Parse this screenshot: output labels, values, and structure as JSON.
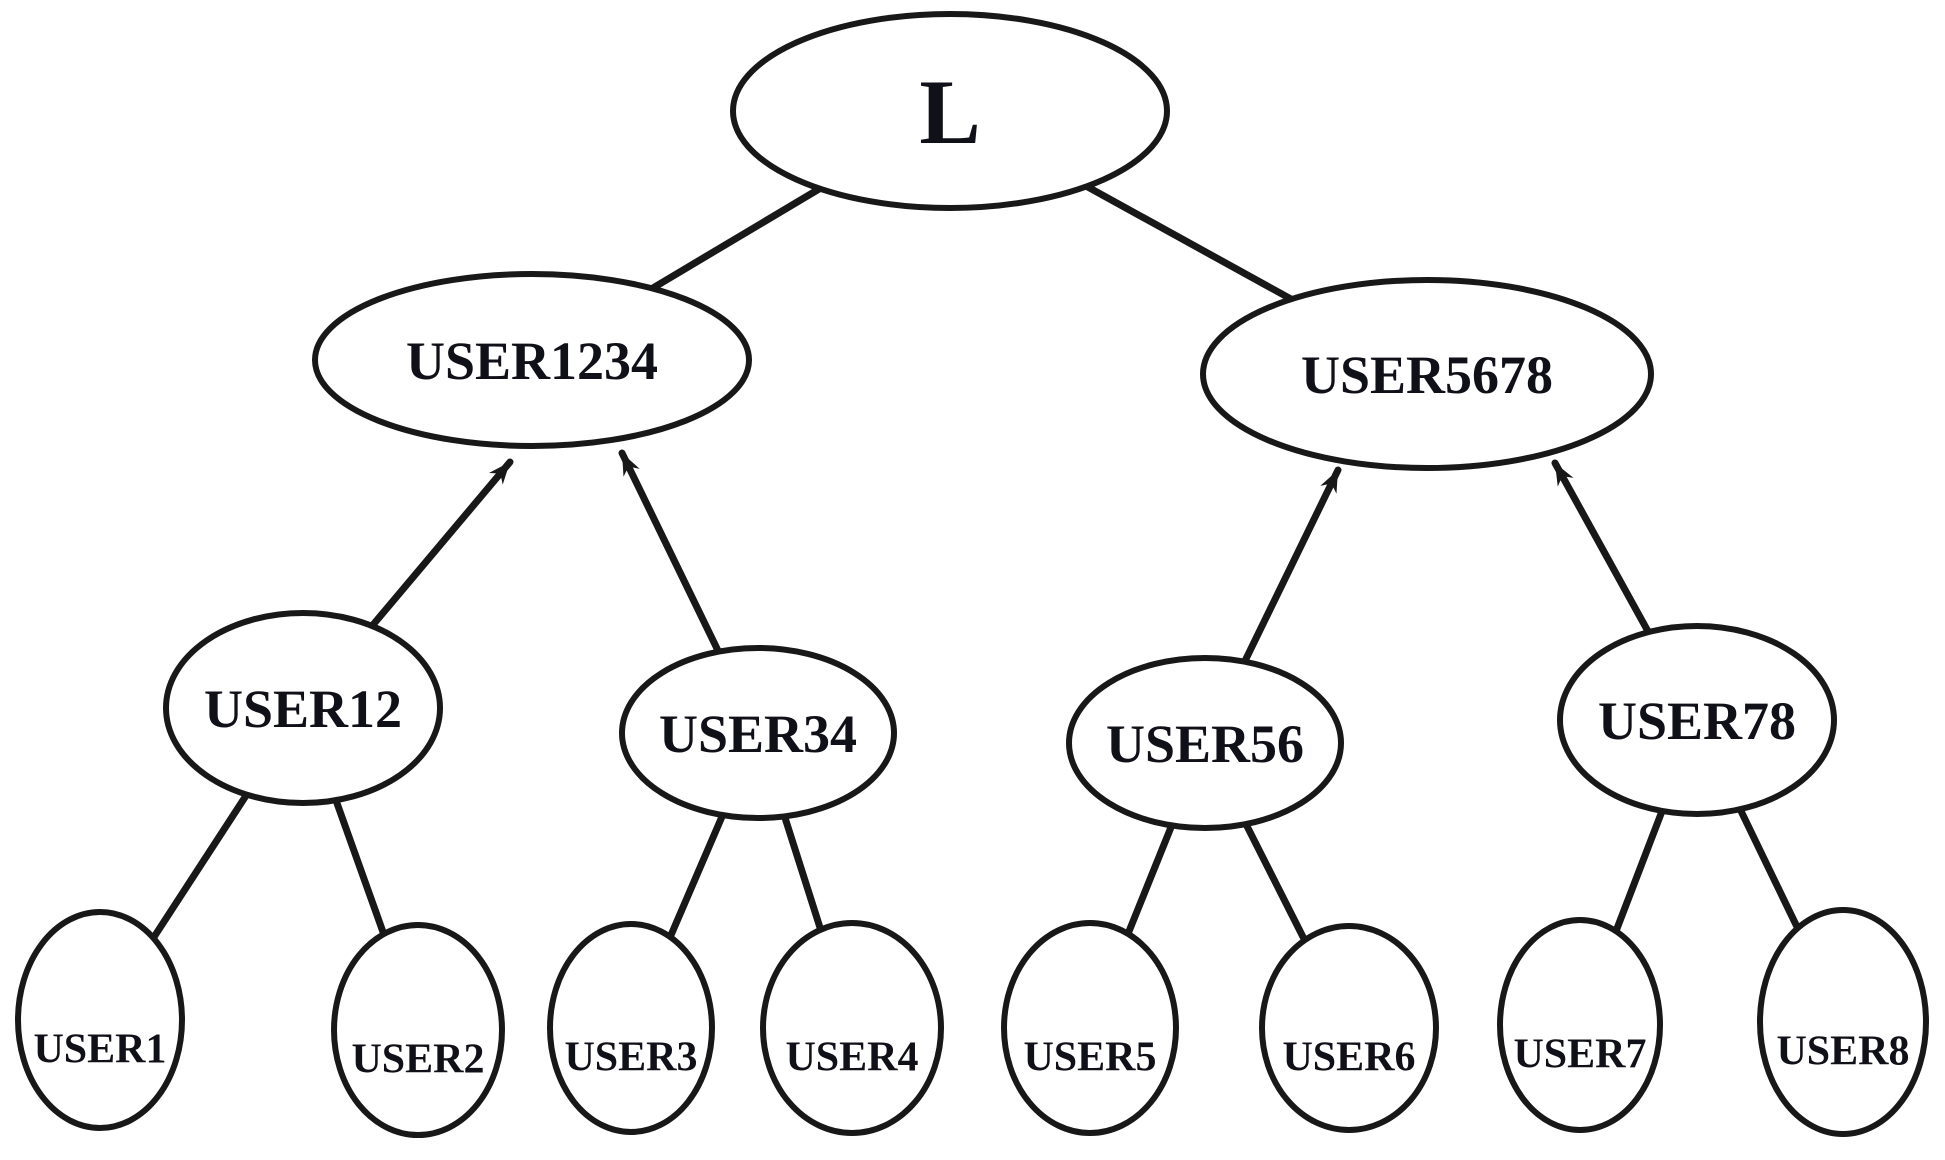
{
  "tree": {
    "description": "Binary tree diagram of users",
    "nodes": {
      "l": {
        "label": "L"
      },
      "user1234": {
        "label": "USER1234"
      },
      "user5678": {
        "label": "USER5678"
      },
      "user12": {
        "label": "USER12"
      },
      "user34": {
        "label": "USER34"
      },
      "user56": {
        "label": "USER56"
      },
      "user78": {
        "label": "USER78"
      },
      "user1": {
        "label": "USER1"
      },
      "user2": {
        "label": "USER2"
      },
      "user3": {
        "label": "USER3"
      },
      "user4": {
        "label": "USER4"
      },
      "user5": {
        "label": "USER5"
      },
      "user6": {
        "label": "USER6"
      },
      "user7": {
        "label": "USER7"
      },
      "user8": {
        "label": "USER8"
      }
    },
    "edges": [
      {
        "from": "L",
        "to": "USER1234"
      },
      {
        "from": "L",
        "to": "USER5678"
      },
      {
        "from": "USER1234",
        "to": "USER12"
      },
      {
        "from": "USER1234",
        "to": "USER34"
      },
      {
        "from": "USER5678",
        "to": "USER56"
      },
      {
        "from": "USER5678",
        "to": "USER78"
      },
      {
        "from": "USER12",
        "to": "USER1"
      },
      {
        "from": "USER12",
        "to": "USER2"
      },
      {
        "from": "USER34",
        "to": "USER3"
      },
      {
        "from": "USER34",
        "to": "USER4"
      },
      {
        "from": "USER56",
        "to": "USER5"
      },
      {
        "from": "USER56",
        "to": "USER6"
      },
      {
        "from": "USER78",
        "to": "USER7"
      },
      {
        "from": "USER78",
        "to": "USER8"
      }
    ],
    "colors": {
      "stroke": "#181818",
      "text": "#101018",
      "background": "#ffffff"
    }
  }
}
